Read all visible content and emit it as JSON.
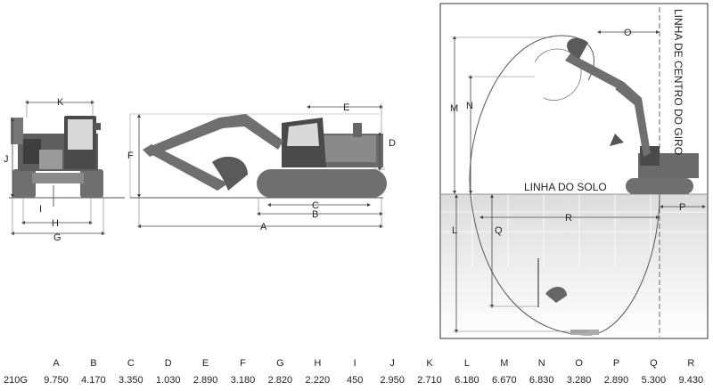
{
  "diagram": {
    "labels": {
      "K": "K",
      "J": "J",
      "I": "I",
      "H": "H",
      "G": "G",
      "F": "F",
      "E": "E",
      "D": "D",
      "C": "C",
      "B": "B",
      "A": "A",
      "M": "M",
      "N": "N",
      "O": "O",
      "L": "L",
      "Q": "Q",
      "R": "R",
      "P": "P",
      "ground_line": "LINHA DO SOLO",
      "swing_center_line": "LINHA DE CENTRO DO GIRO"
    },
    "colors": {
      "machine_body": "#6f6f6f",
      "machine_dark": "#3e3e3e",
      "track": "#7a7a7a",
      "dimension_line": "#444444",
      "ground_shade": "#e4e4e4"
    }
  },
  "spec_table": {
    "model": "210G",
    "columns": [
      "A",
      "B",
      "C",
      "D",
      "E",
      "F",
      "G",
      "H",
      "I",
      "J",
      "K",
      "L",
      "M",
      "N",
      "O",
      "P",
      "Q",
      "R"
    ],
    "values": [
      "9.750",
      "4.170",
      "3.350",
      "1.030",
      "2.890",
      "3.180",
      "2.820",
      "2.220",
      "450",
      "2.950",
      "2.710",
      "6.180",
      "6.670",
      "6.830",
      "3.280",
      "2.890",
      "5.300",
      "9.430"
    ]
  }
}
